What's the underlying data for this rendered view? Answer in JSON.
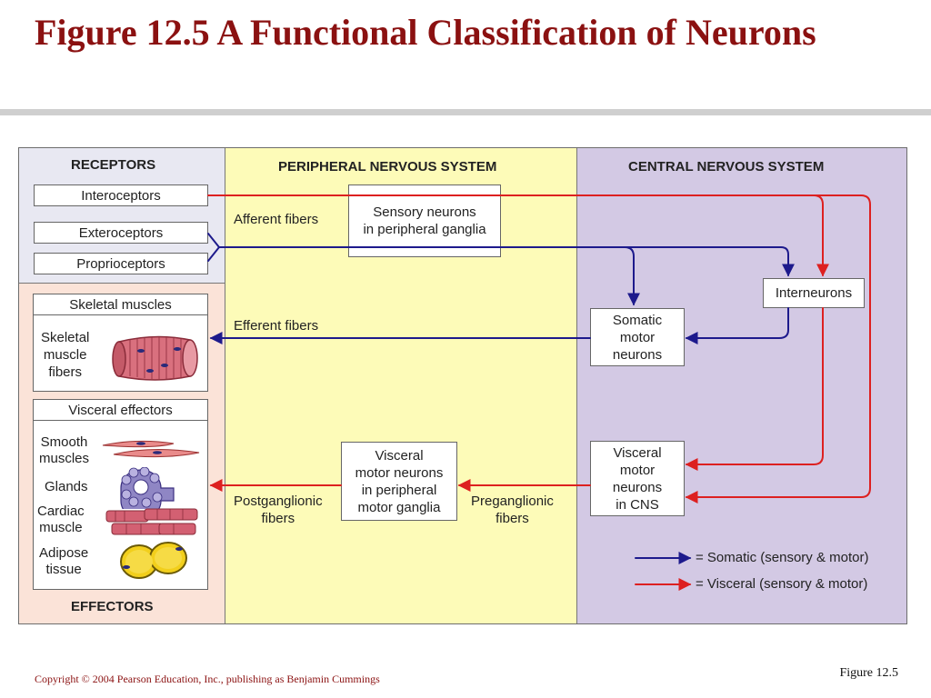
{
  "slide": {
    "title": "Figure 12.5  A Functional Classification of Neurons",
    "copyright": "Copyright © 2004 Pearson Education, Inc., publishing as Benjamin Cummings",
    "figure_number": "Figure 12.5"
  },
  "diagram": {
    "headers": {
      "receptors": "RECEPTORS",
      "effectors": "EFFECTORS",
      "pns": "PERIPHERAL NERVOUS SYSTEM",
      "cns": "CENTRAL NERVOUS SYSTEM"
    },
    "receptors": {
      "interoceptors": "Interoceptors",
      "exteroceptors": "Exteroceptors",
      "proprioceptors": "Proprioceptors"
    },
    "effectors": {
      "skeletal_title": "Skeletal muscles",
      "skeletal_fibers": "Skeletal\nmuscle\nfibers",
      "visceral_title": "Visceral effectors",
      "smooth": "Smooth\nmuscles",
      "glands": "Glands",
      "cardiac": "Cardiac\nmuscle",
      "adipose": "Adipose\ntissue"
    },
    "pns": {
      "sensory_neurons": "Sensory neurons\nin peripheral ganglia",
      "afferent": "Afferent fibers",
      "efferent": "Efferent fibers",
      "visceral_motor": "Visceral\nmotor neurons\nin peripheral\nmotor ganglia",
      "postganglionic": "Postganglionic\nfibers",
      "preganglionic": "Preganglionic\nfibers"
    },
    "cns": {
      "interneurons": "Interneurons",
      "somatic_motor": "Somatic\nmotor\nneurons",
      "visceral_motor_cns": "Visceral\nmotor\nneurons\nin CNS"
    },
    "legend": {
      "somatic": "= Somatic (sensory & motor)",
      "visceral": "= Visceral (sensory & motor)"
    },
    "colors": {
      "somatic": "#1d1a8c",
      "visceral": "#dd2020",
      "receptors_bg": "#e8e8f2",
      "effectors_bg": "#fbe3d8",
      "pns_bg": "#fdfbb8",
      "cns_bg": "#d3c9e4",
      "title": "#8b1111"
    }
  }
}
